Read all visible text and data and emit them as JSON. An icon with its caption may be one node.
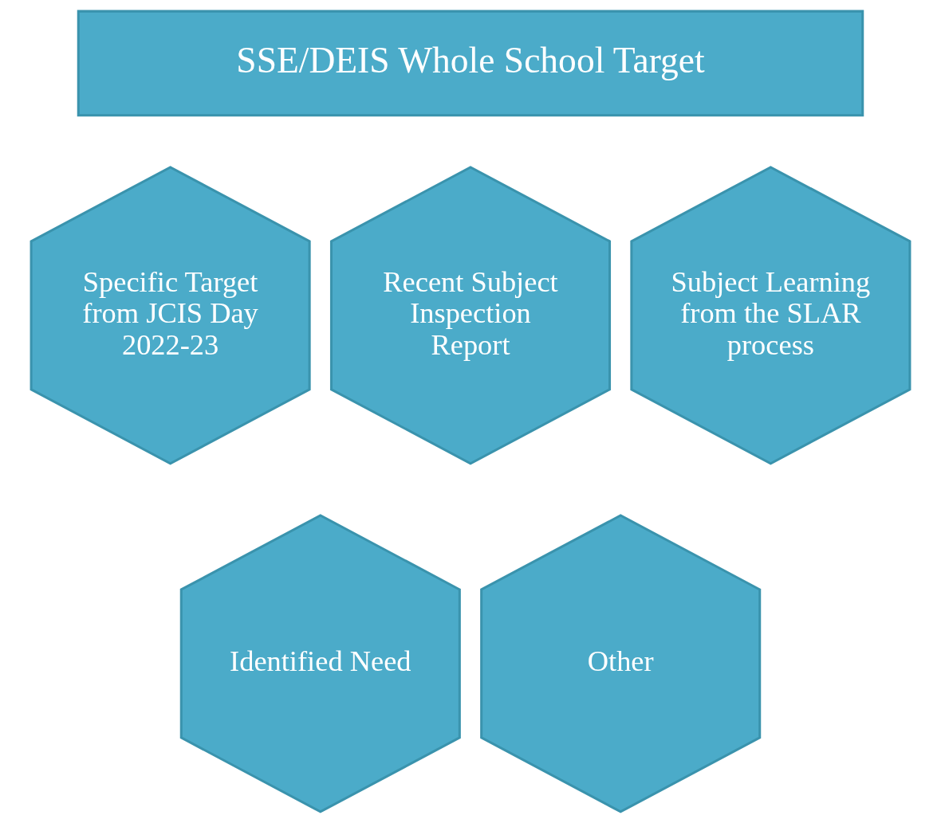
{
  "diagram": {
    "nodes": [
      {
        "text": [
          "SSE/DEIS Whole School Target"
        ]
      },
      {
        "text": [
          "Specific Target from JCIS Day 2022-23"
        ]
      },
      {
        "text": [
          "Recent Subject Inspection Report"
        ]
      },
      {
        "text": [
          "Subject Learning from the SLAR process"
        ]
      },
      {
        "text": [
          "Identified Need"
        ]
      },
      {
        "text": [
          "Other"
        ]
      }
    ]
  }
}
